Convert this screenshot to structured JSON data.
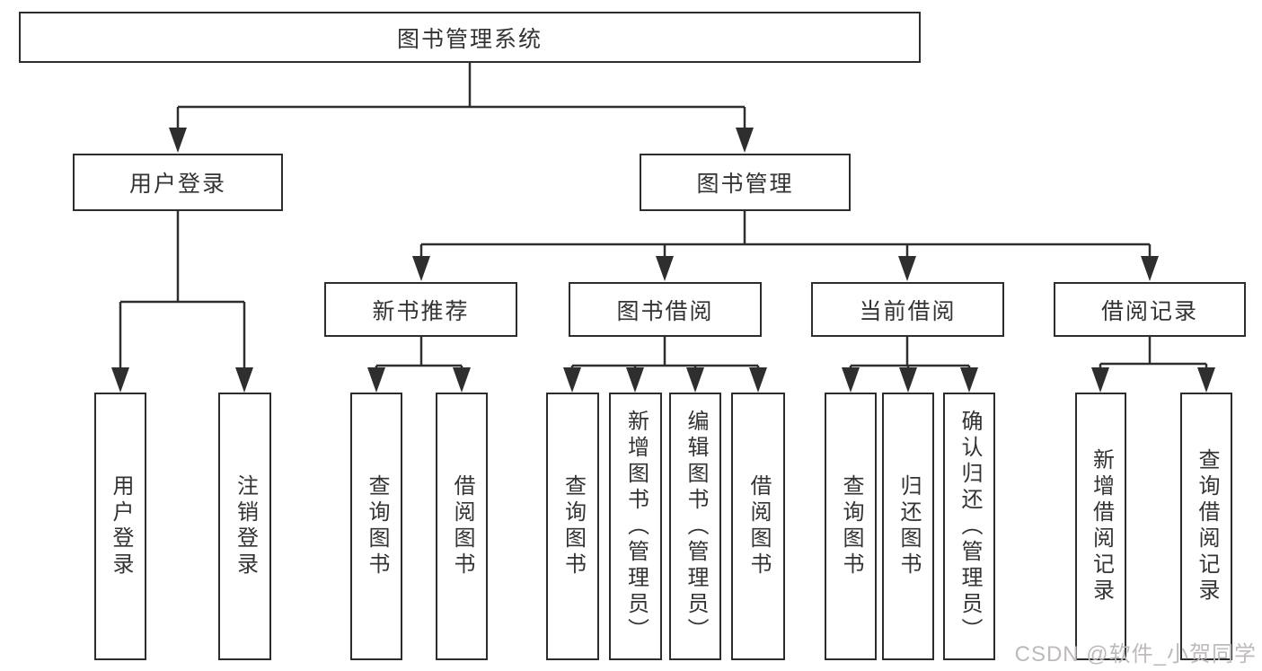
{
  "root": {
    "label": "图书管理系统"
  },
  "branches": [
    {
      "label": "用户登录",
      "children": [
        {
          "label": "用户登录"
        },
        {
          "label": "注销登录"
        }
      ]
    },
    {
      "label": "图书管理",
      "children": [
        {
          "label": "新书推荐",
          "children": [
            {
              "label": "查询图书"
            },
            {
              "label": "借阅图书"
            }
          ]
        },
        {
          "label": "图书借阅",
          "children": [
            {
              "label": "查询图书"
            },
            {
              "label": "新增图书（管理员）"
            },
            {
              "label": "编辑图书（管理员）"
            },
            {
              "label": "借阅图书"
            }
          ]
        },
        {
          "label": "当前借阅",
          "children": [
            {
              "label": "查询图书"
            },
            {
              "label": "归还图书"
            },
            {
              "label": "确认归还（管理员）"
            }
          ]
        },
        {
          "label": "借阅记录",
          "children": [
            {
              "label": "新增借阅记录"
            },
            {
              "label": "查询借阅记录"
            }
          ]
        }
      ]
    }
  ],
  "watermark": "CSDN @软件_小贺同学",
  "colors": {
    "line": "#2e2e2e",
    "border": "#2d2d2d",
    "text": "#333333",
    "background": "#ffffff",
    "watermark": "#bdb9bd"
  }
}
